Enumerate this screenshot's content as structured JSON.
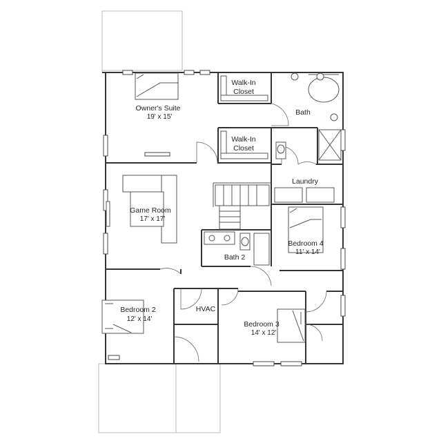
{
  "floor_plan": {
    "rooms": [
      {
        "id": "owners-suite",
        "name": "Owner's Suite",
        "dimensions": "19' x 15'"
      },
      {
        "id": "walk-in-closet-1",
        "name_line1": "Walk-In",
        "name_line2": "Closet"
      },
      {
        "id": "walk-in-closet-2",
        "name_line1": "Walk-In",
        "name_line2": "Closet"
      },
      {
        "id": "bath",
        "name": "Bath"
      },
      {
        "id": "laundry",
        "name": "Laundry"
      },
      {
        "id": "game-room",
        "name": "Game Room",
        "dimensions": "17' x 17'"
      },
      {
        "id": "bath-2",
        "name": "Bath 2"
      },
      {
        "id": "bedroom-4",
        "name": "Bedroom 4",
        "dimensions": "11' x 14'"
      },
      {
        "id": "bedroom-2",
        "name": "Bedroom 2",
        "dimensions": "12' x 14'"
      },
      {
        "id": "hvac",
        "name": "HVAC"
      },
      {
        "id": "bedroom-3",
        "name": "Bedroom 3",
        "dimensions": "14' x 12'"
      }
    ]
  }
}
